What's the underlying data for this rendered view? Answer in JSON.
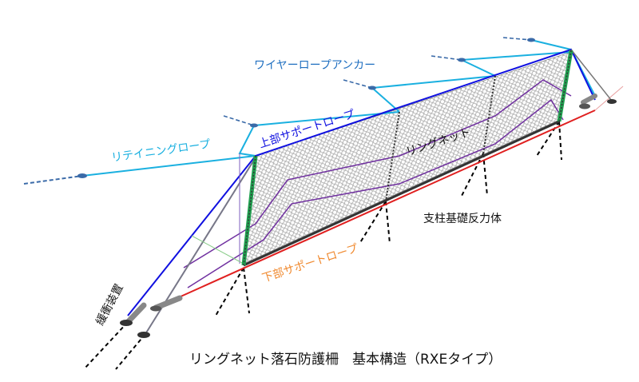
{
  "labels": {
    "wire_rope_anchor": "ワイヤーロープアンカー",
    "upper_support_rope": "上部サポートロープ",
    "ring_net": "リングネット",
    "retaining_rope": "リテイニングロープ",
    "post_foundation": "支柱基礎反力体",
    "lower_support_rope": "下部サポートロープ",
    "shock_absorber": "緩衝装置"
  },
  "title": "リングネット落石防護柵　基本構造（RXEタイプ）",
  "colors": {
    "anchor_label": "#1f6fc0",
    "upper_rope": "#1010e0",
    "retaining_rope": "#1ab0e0",
    "lower_rope": "#e02020",
    "lower_label": "#f08a30",
    "purple_rope": "#7030a0",
    "post": "#20a050"
  }
}
